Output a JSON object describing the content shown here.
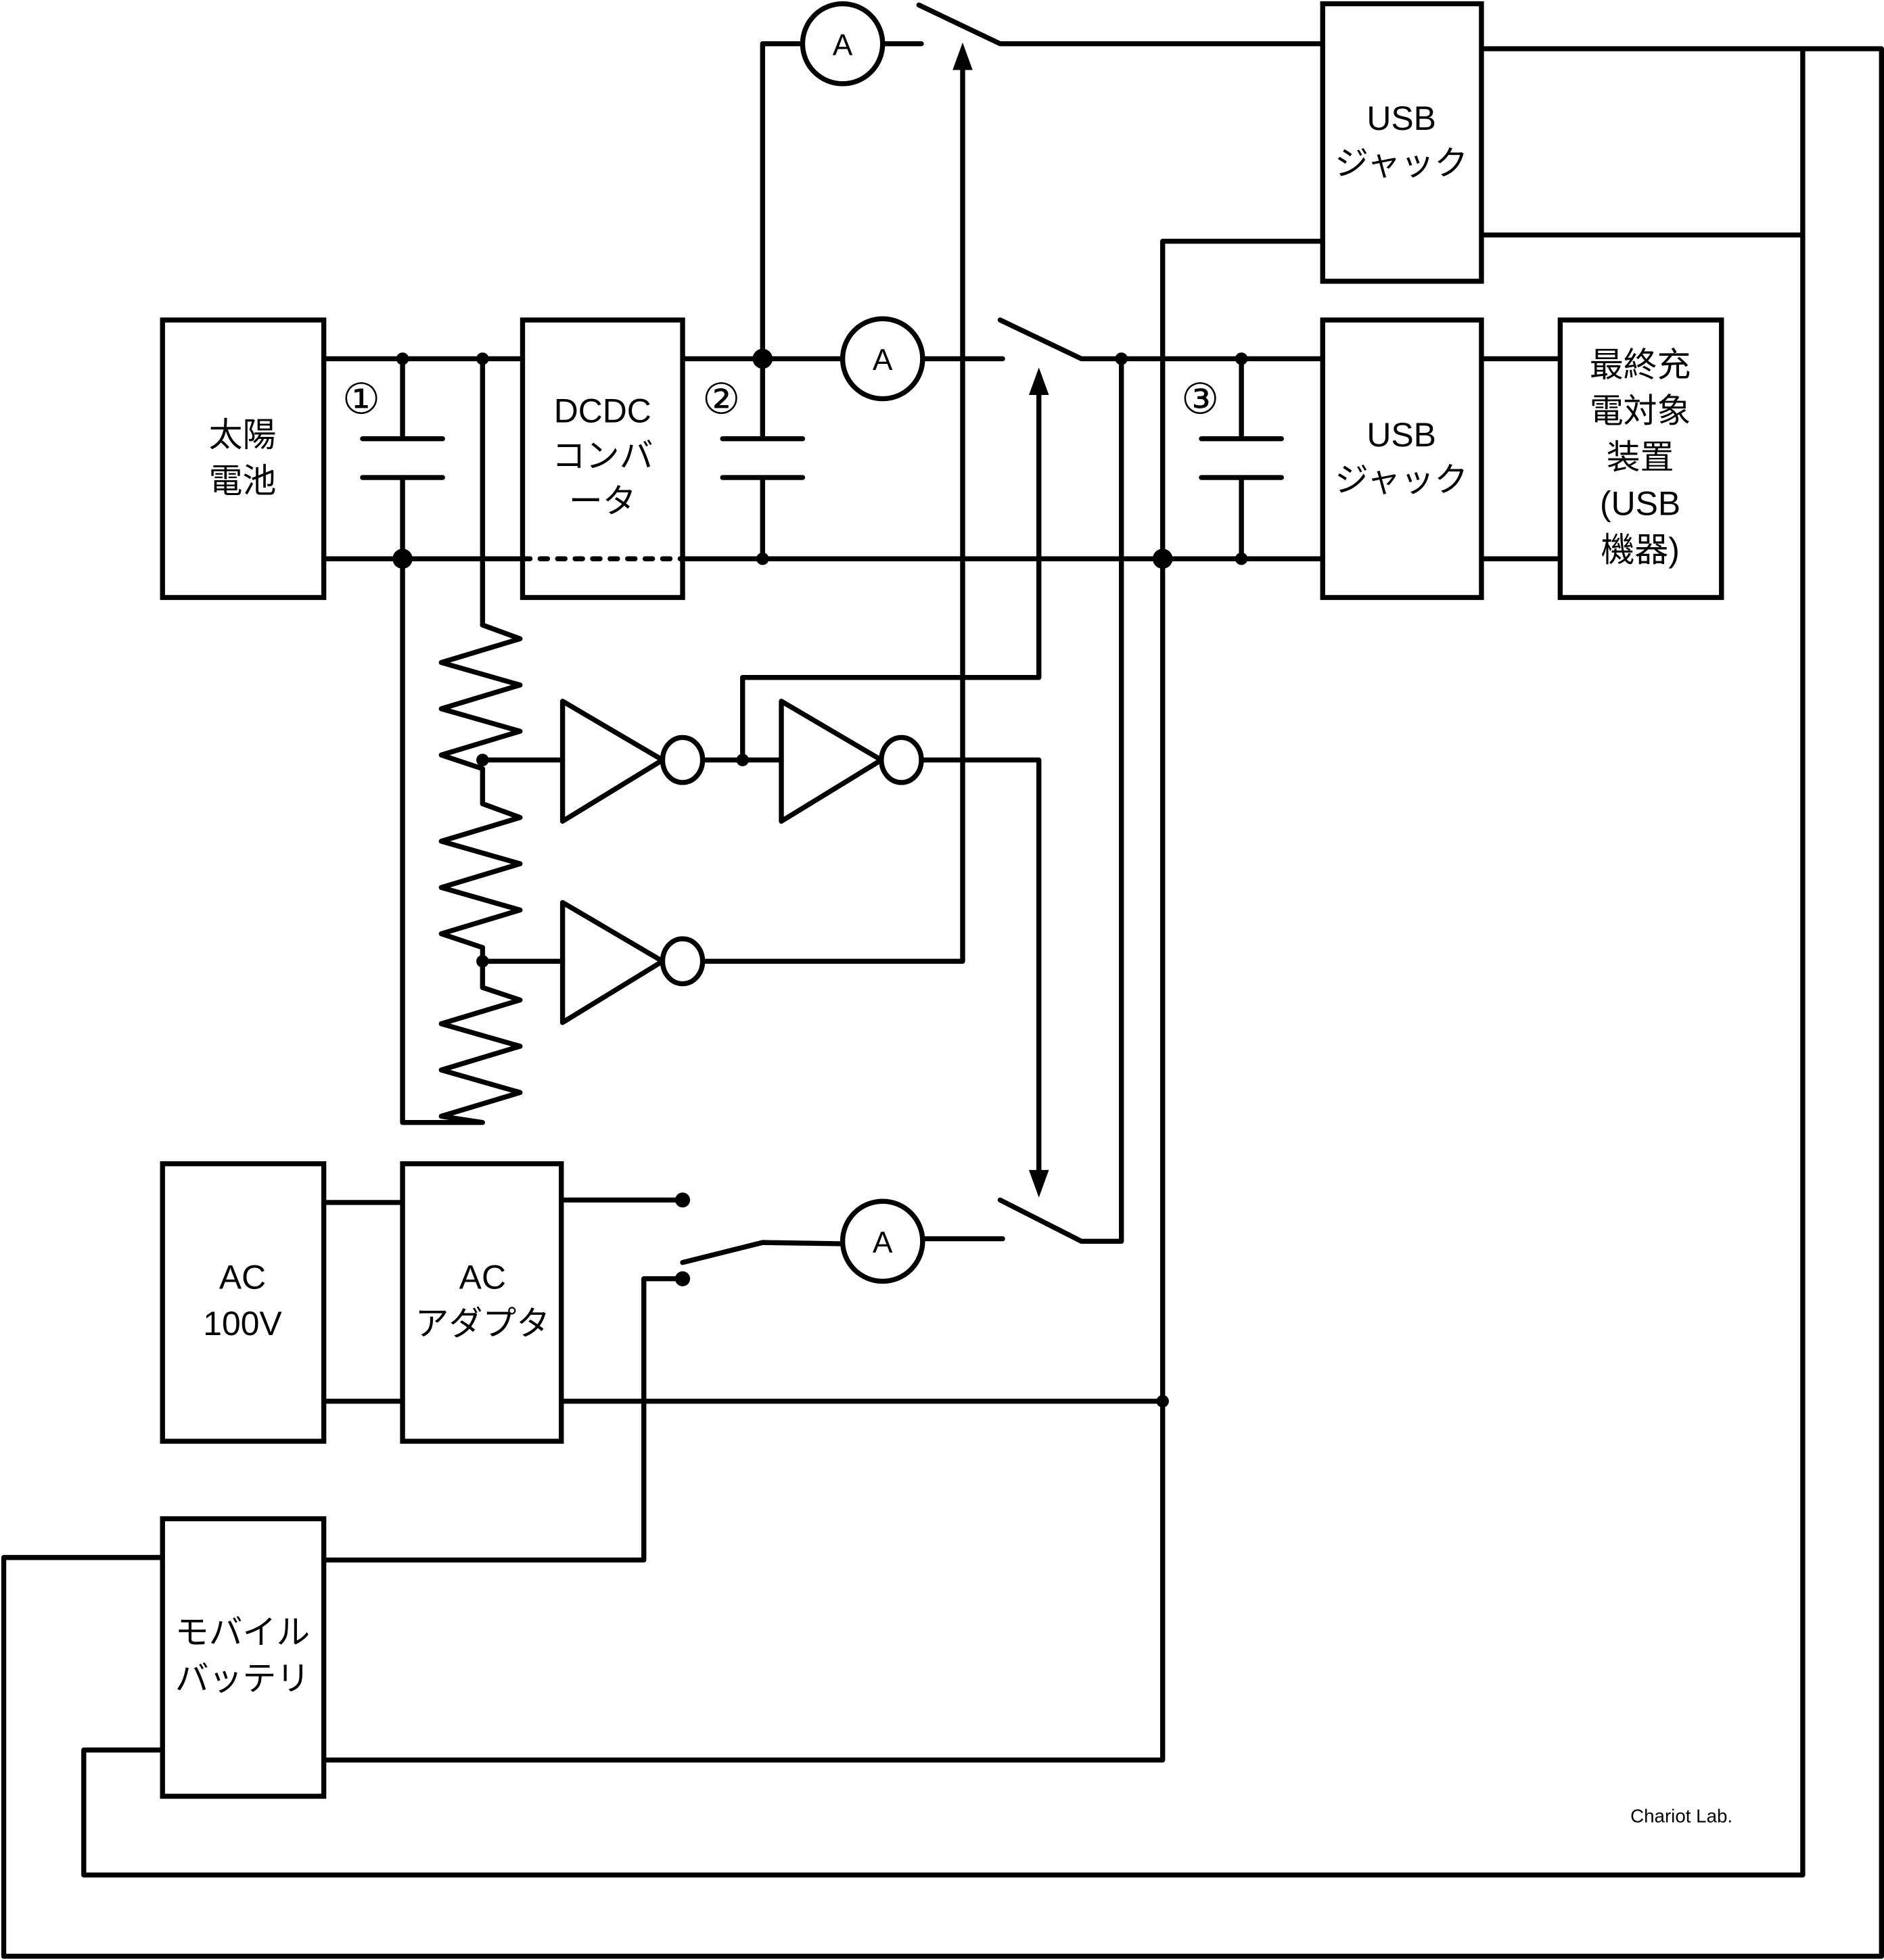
{
  "diagram": {
    "title": "Solar charging circuit with AC adapter and mobile battery switching",
    "blocks": {
      "solar_cell": [
        "太陽",
        "電池"
      ],
      "dcdc_converter": [
        "DCDC",
        "コンバ",
        "ータ"
      ],
      "usb_jack_top": [
        "USB",
        "ジャック"
      ],
      "usb_jack_main": [
        "USB",
        "ジャック"
      ],
      "target_device": [
        "最終充",
        "電対象",
        "装置",
        "(USB",
        "機器)"
      ],
      "ac_100v": [
        "AC",
        "100V"
      ],
      "ac_adapter": [
        "AC",
        "アダプタ"
      ],
      "mobile_battery": [
        "モバイル",
        "バッテリ"
      ]
    },
    "capacitor_labels": [
      "①",
      "②",
      "③"
    ],
    "ammeter_label": "A",
    "credit": "Chariot Lab."
  }
}
